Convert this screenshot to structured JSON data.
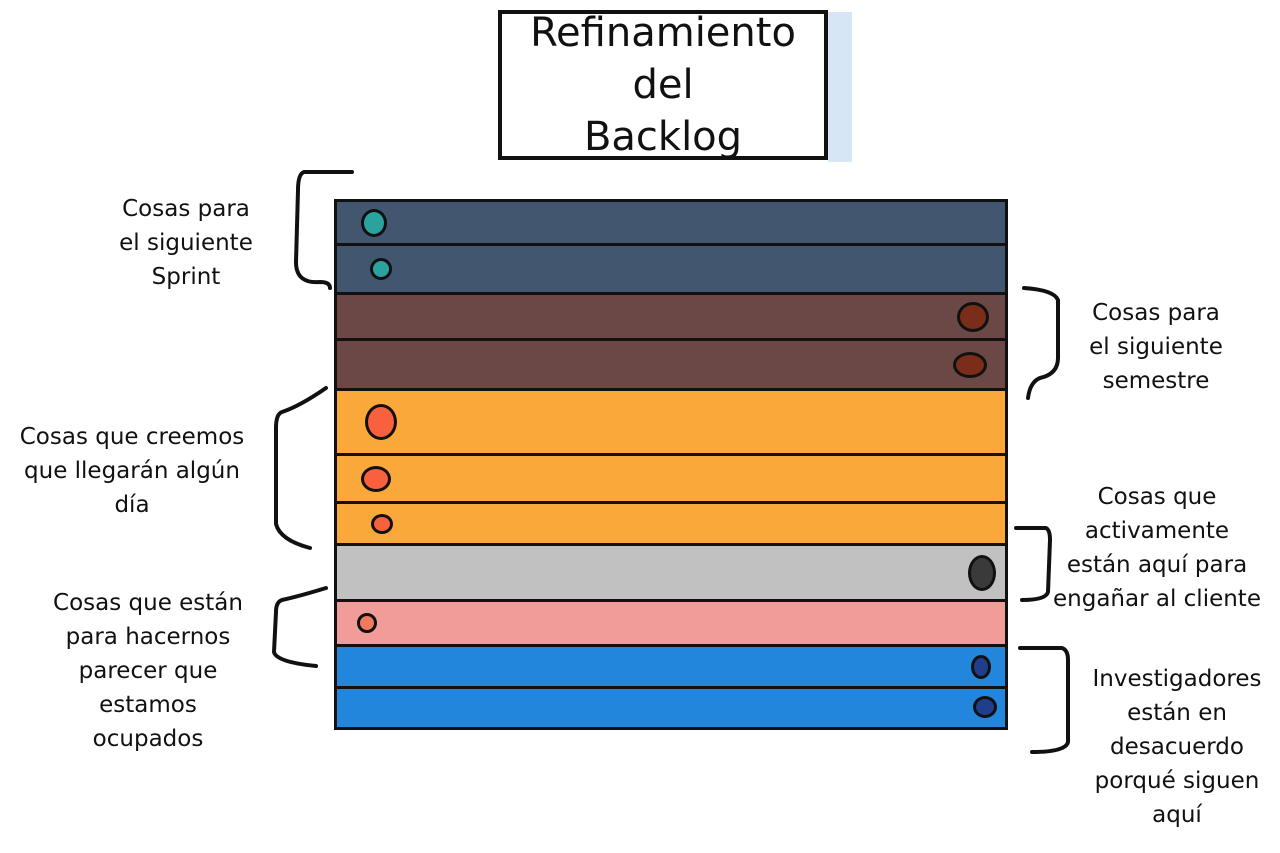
{
  "title": {
    "line1": "Refinamiento del",
    "line2": "Backlog"
  },
  "rows": [
    {
      "color": "#42566f",
      "dot": {
        "color": "#2aa3a0",
        "side": "left"
      }
    },
    {
      "color": "#42566f",
      "dot": {
        "color": "#2aa3a0",
        "side": "left"
      }
    },
    {
      "color": "#6b4845",
      "dot": {
        "color": "#7a2d18",
        "side": "right"
      }
    },
    {
      "color": "#6b4845",
      "dot": {
        "color": "#7a2d18",
        "side": "right"
      }
    },
    {
      "color": "#fba83a",
      "dot": {
        "color": "#f8603e",
        "side": "left"
      }
    },
    {
      "color": "#fba83a",
      "dot": {
        "color": "#f8603e",
        "side": "left"
      }
    },
    {
      "color": "#fba83a",
      "dot": {
        "color": "#f8603e",
        "side": "left"
      }
    },
    {
      "color": "#c1c1c1",
      "dot": {
        "color": "#3a3a3a",
        "side": "right"
      }
    },
    {
      "color": "#f29c99",
      "dot": {
        "color": "#f07a5c",
        "side": "left"
      }
    },
    {
      "color": "#2286dc",
      "dot": {
        "color": "#1f3e8c",
        "side": "right"
      }
    },
    {
      "color": "#2286dc",
      "dot": {
        "color": "#1f3e8c",
        "side": "right"
      }
    }
  ],
  "annotations": {
    "next_sprint": [
      "Cosas para",
      "el siguiente",
      "Sprint"
    ],
    "next_semester": [
      "Cosas para",
      "el siguiente",
      "semestre"
    ],
    "someday": [
      "Cosas que creemos",
      "que llegarán algún",
      "día"
    ],
    "fool_client": [
      "Cosas que",
      "activamente",
      "están aquí para",
      "engañar al cliente"
    ],
    "look_busy": [
      "Cosas que están",
      "para hacernos",
      "parecer que",
      "estamos",
      "ocupados"
    ],
    "researchers": [
      "Investigadores",
      "están en",
      "desacuerdo",
      "porqué siguen",
      "aquí"
    ]
  }
}
